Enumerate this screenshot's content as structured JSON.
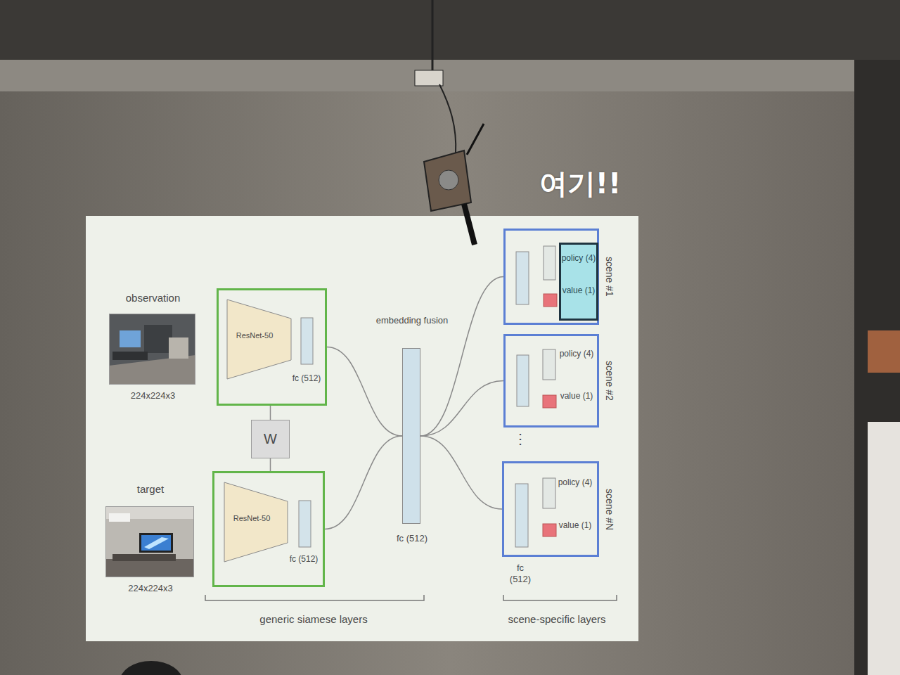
{
  "diagram": {
    "nodes": [
      {
        "text": [
          "observation",
          "224x224x3"
        ]
      },
      {
        "text": [
          "fc (512)"
        ]
      },
      {
        "text": [
          "ResNet-50"
        ],
        "in": 1
      },
      {
        "text": [
          "W"
        ]
      },
      {
        "text": [
          "target",
          "224x224x3"
        ]
      },
      {
        "text": [
          "fc (512)"
        ]
      },
      {
        "text": [
          "ResNet-50"
        ],
        "in": 5
      },
      {
        "text": [
          "embedding fusion",
          "fc (512)"
        ]
      },
      {
        "text": [
          "scene #1"
        ]
      },
      {
        "text": [
          "policy (4)",
          "value (1)"
        ],
        "in": 8
      },
      {
        "text": [
          "scene #2",
          "policy (4)",
          "value (1)"
        ]
      },
      {
        "text": [
          "scene #N",
          "policy (4)",
          "value (1)"
        ]
      }
    ],
    "edges": [
      {
        "from": 1,
        "to": 3,
        "arrow": "none"
      },
      {
        "from": 3,
        "to": 5,
        "arrow": "none"
      },
      {
        "from": 1,
        "to": 7,
        "arrow": "none"
      },
      {
        "from": 5,
        "to": 7,
        "arrow": "none"
      },
      {
        "from": 7,
        "to": 8,
        "arrow": "none"
      },
      {
        "from": 7,
        "to": 10,
        "arrow": "none"
      },
      {
        "from": 7,
        "to": 11,
        "arrow": "none"
      }
    ],
    "labels": [
      "⋮",
      "fc (512)",
      "generic siamese layers",
      "scene-specific layers",
      "여기!!"
    ]
  }
}
